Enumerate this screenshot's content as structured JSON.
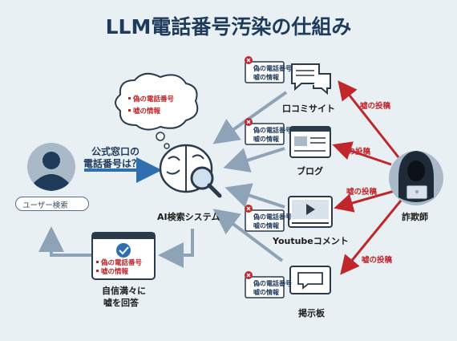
{
  "title": "LLM電話番号汚染の仕組み",
  "user": {
    "question_line1": "公式窓口の",
    "question_line2": "電話番号は？",
    "search_placeholder": "ユーザー検索"
  },
  "bubble": {
    "item1": "偽の電話番号",
    "item2": "嘘の情報"
  },
  "ai_system": "AI検索システム",
  "answer": {
    "item1": "偽の電話番号",
    "item2": "嘘の情報",
    "caption_line1": "自信満々に",
    "caption_line2": "嘘を回答"
  },
  "sources": [
    {
      "label": "口コミサイト",
      "note1": "偽の電話番号",
      "note2": "嘘の情報"
    },
    {
      "label": "ブログ",
      "note1": "偽の電話番号",
      "note2": "嘘の情報"
    },
    {
      "label": "Youtubeコメント",
      "note1": "偽の電話番号",
      "note2": "嘘の情報"
    },
    {
      "label": "掲示板",
      "note1": "偽の電話番号",
      "note2": "嘘の情報"
    }
  ],
  "fraudster": {
    "label": "詐欺師",
    "arrow_label": "嘘の投稿"
  },
  "colors": {
    "title": "#1f3b5c",
    "red": "#c0262c",
    "blue_arrow": "#2f6fb0",
    "grey_arrow": "#8fa3b8"
  }
}
